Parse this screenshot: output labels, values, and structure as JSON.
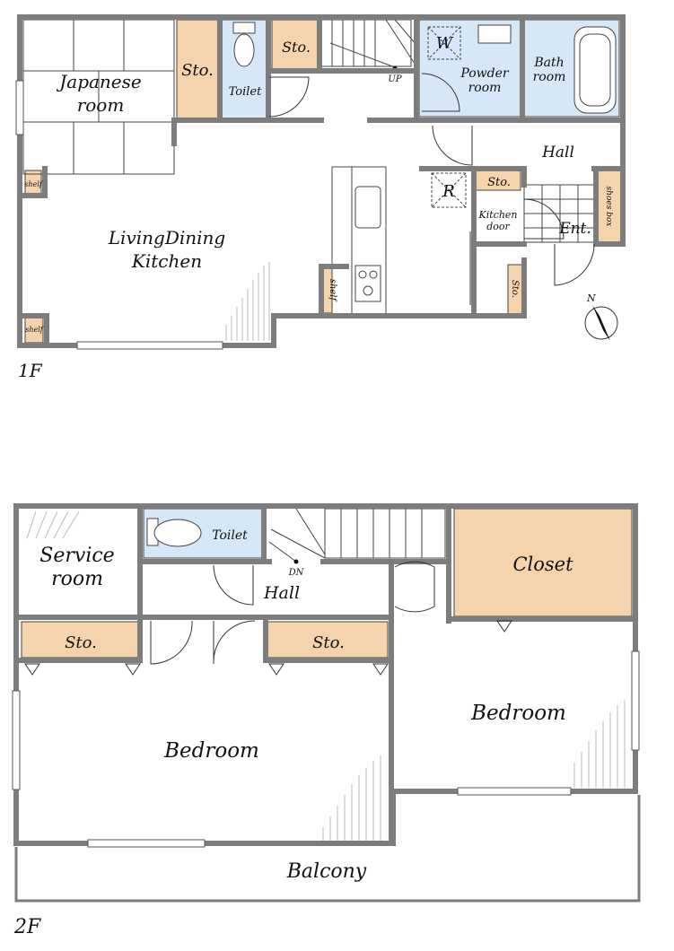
{
  "floors": [
    {
      "label": "1F",
      "rooms": {
        "japanese": [
          "Japanese",
          "room"
        ],
        "sto_japanese": "Sto.",
        "toilet": "Toilet",
        "sto_top": "Sto.",
        "stair_up": "UP",
        "washer": "W",
        "powder": [
          "Powder",
          "room"
        ],
        "bath": [
          "Bath",
          "room"
        ],
        "hall": "Hall",
        "refrigerator": "R",
        "sto_hall": "Sto.",
        "kitchen_door": [
          "Kitchen",
          "door"
        ],
        "entrance": "Ent.",
        "shoes_box": "shoes box",
        "sto_side": "Sto.",
        "shelf_left": "shelf",
        "shelf_kitchen": "shelf",
        "shelf_corner": "shelf",
        "ldk": [
          "LivingDining",
          "Kitchen"
        ]
      },
      "compass": "N"
    },
    {
      "label": "2F",
      "rooms": {
        "service": [
          "Service",
          "room"
        ],
        "toilet": "Toilet",
        "stair_down": "DN",
        "hall": "Hall",
        "closet": "Closet",
        "sto_left": "Sto.",
        "sto_right": "Sto.",
        "bedroom_main": "Bedroom",
        "bedroom_right": "Bedroom",
        "balcony": "Balcony"
      }
    }
  ]
}
